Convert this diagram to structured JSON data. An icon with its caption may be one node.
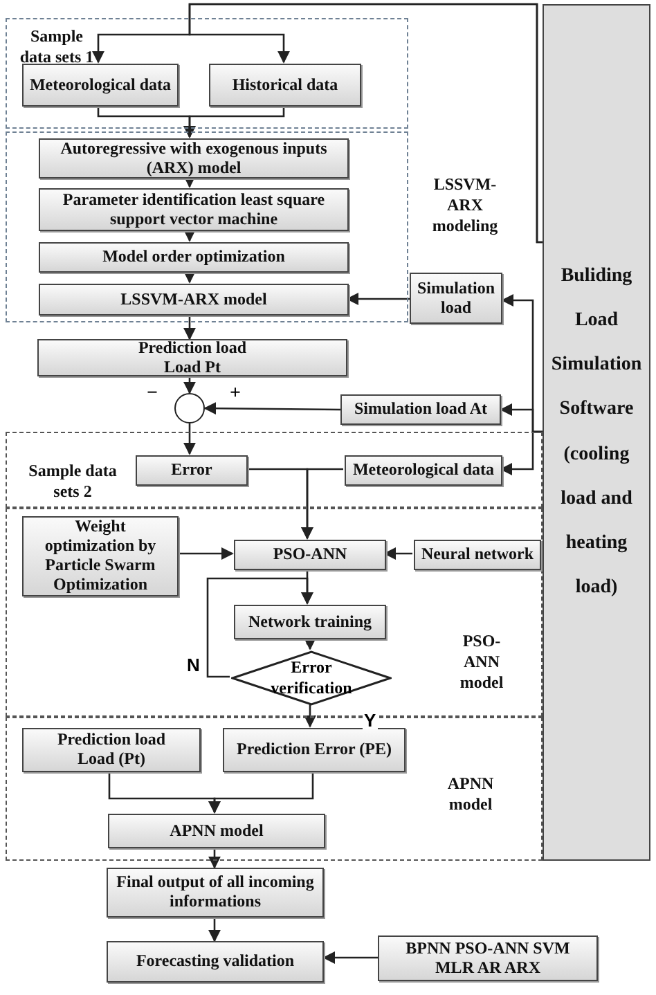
{
  "diagram": {
    "nodes": [
      {
        "text": [
          "Sample data sets 1"
        ]
      },
      {
        "text": [
          "Meteorological data"
        ],
        "in": 0
      },
      {
        "text": [
          "Historical data"
        ],
        "in": 0
      },
      {
        "text": [
          "LSSVM-ARX modeling"
        ]
      },
      {
        "text": [
          "Autoregressive with exogenous inputs (ARX) model"
        ],
        "in": 3
      },
      {
        "text": [
          "Parameter identification least square support vector machine"
        ],
        "in": 3
      },
      {
        "text": [
          "Model order optimization"
        ],
        "in": 3
      },
      {
        "text": [
          "LSSVM-ARX model"
        ],
        "in": 3
      },
      {
        "text": [
          "Simulation load"
        ]
      },
      {
        "text": [
          "Prediction load Load Pt"
        ]
      },
      {
        "text": [],
        "shape": "circle"
      },
      {
        "text": [
          "Simulation load At"
        ]
      },
      {
        "text": [
          "Sample data sets 2"
        ]
      },
      {
        "text": [
          "Error"
        ],
        "in": 12
      },
      {
        "text": [
          "Meteorological data"
        ],
        "in": 12
      },
      {
        "text": [
          "PSO-ANN model"
        ]
      },
      {
        "text": [
          "Weight optimization by Particle Swarm Optimization"
        ],
        "in": 15
      },
      {
        "text": [
          "PSO-ANN"
        ],
        "in": 15
      },
      {
        "text": [
          "Neural network"
        ],
        "in": 15
      },
      {
        "text": [
          "Network training"
        ],
        "in": 15
      },
      {
        "text": [
          "Error verification"
        ],
        "in": 15
      },
      {
        "text": [
          "APNN model"
        ]
      },
      {
        "text": [
          "Prediction load Load (Pt)"
        ],
        "in": 21
      },
      {
        "text": [
          "Prediction Error (PE)"
        ],
        "in": 21
      },
      {
        "text": [
          "APNN model"
        ],
        "in": 21
      },
      {
        "text": [
          "Final output of all incoming informations"
        ]
      },
      {
        "text": [
          "Forecasting validation"
        ]
      },
      {
        "text": [
          "BPNN PSO-ANN SVM MLR AR ARX"
        ]
      },
      {
        "text": [
          "Buliding Load Simulation Software (cooling load and heating load)"
        ]
      }
    ],
    "edges": [
      {
        "from": 28,
        "to": 1,
        "arrow": "to"
      },
      {
        "from": 28,
        "to": 2,
        "arrow": "to"
      },
      {
        "from": 1,
        "to": 4,
        "arrow": "to"
      },
      {
        "from": 2,
        "to": 4,
        "arrow": "to"
      },
      {
        "from": 4,
        "to": 5,
        "arrow": "to"
      },
      {
        "from": 5,
        "to": 6,
        "arrow": "to"
      },
      {
        "from": 6,
        "to": 7,
        "arrow": "to"
      },
      {
        "from": 8,
        "to": 7,
        "arrow": "to"
      },
      {
        "from": 28,
        "to": 8,
        "arrow": "to"
      },
      {
        "from": 7,
        "to": 9,
        "arrow": "to"
      },
      {
        "from": 9,
        "to": 10,
        "arrow": "to"
      },
      {
        "from": 28,
        "to": 11,
        "arrow": "to"
      },
      {
        "from": 11,
        "to": 10,
        "arrow": "to"
      },
      {
        "from": 10,
        "to": 13,
        "arrow": "to"
      },
      {
        "from": 28,
        "to": 14,
        "arrow": "to"
      },
      {
        "from": 13,
        "to": 17,
        "arrow": "to"
      },
      {
        "from": 14,
        "to": 17,
        "arrow": "to"
      },
      {
        "from": 16,
        "to": 17,
        "arrow": "to"
      },
      {
        "from": 18,
        "to": 17,
        "arrow": "to"
      },
      {
        "from": 17,
        "to": 19,
        "arrow": "to"
      },
      {
        "from": 19,
        "to": 20,
        "arrow": "to"
      },
      {
        "from": 20,
        "to": 19,
        "arrow": "to",
        "label": "N"
      },
      {
        "from": 20,
        "to": 23,
        "arrow": "to",
        "label": "Y"
      },
      {
        "from": 22,
        "to": 24,
        "arrow": "to"
      },
      {
        "from": 23,
        "to": 24,
        "arrow": "to"
      },
      {
        "from": 24,
        "to": 25,
        "arrow": "to"
      },
      {
        "from": 25,
        "to": 26,
        "arrow": "to"
      },
      {
        "from": 27,
        "to": 26,
        "arrow": "to"
      }
    ],
    "labels": [
      "−",
      "+"
    ]
  }
}
